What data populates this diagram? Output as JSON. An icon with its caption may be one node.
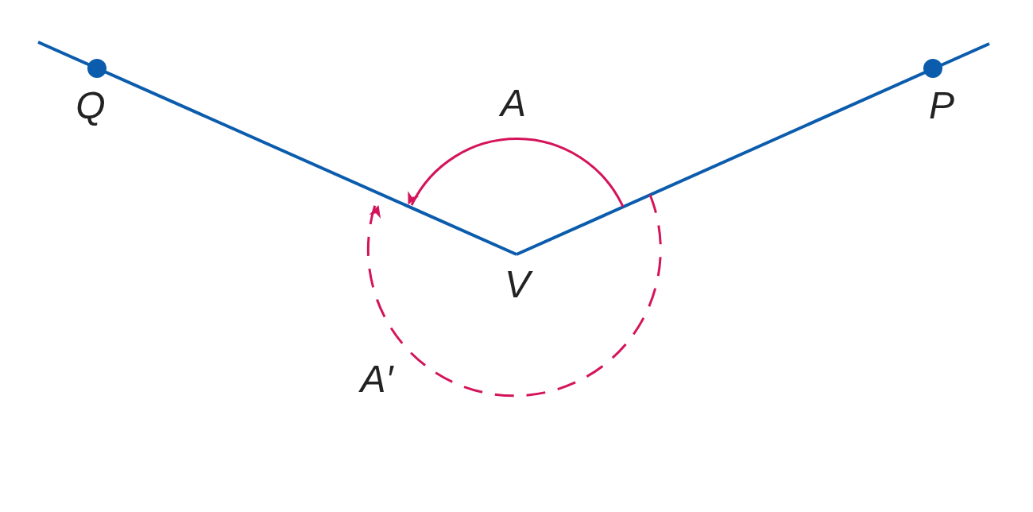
{
  "diagram": {
    "labels": [
      "Q",
      "A",
      "P",
      "V",
      "A′"
    ]
  }
}
